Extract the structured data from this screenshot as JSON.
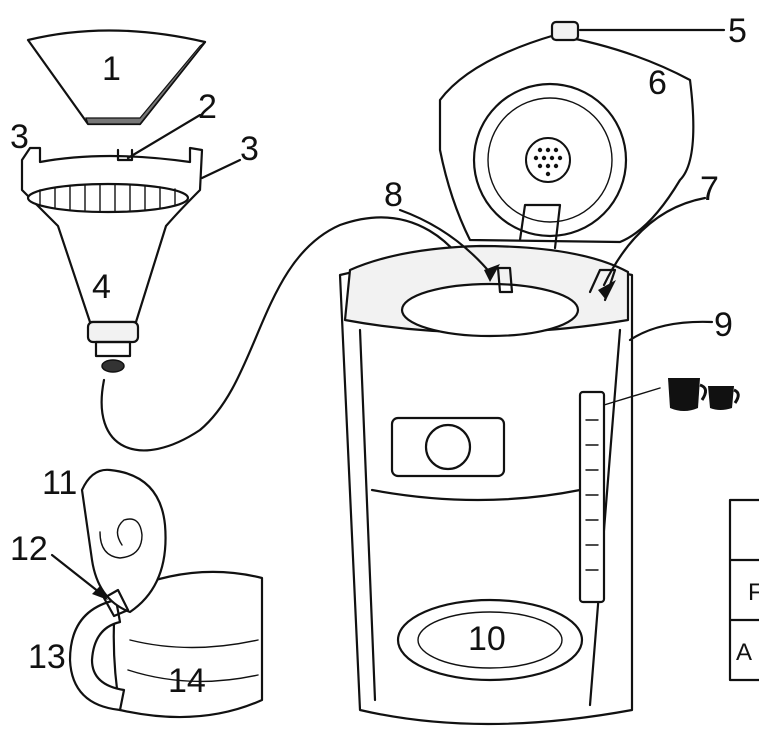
{
  "figure": {
    "callouts": [
      {
        "id": "1",
        "text": "1"
      },
      {
        "id": "2",
        "text": "2"
      },
      {
        "id": "3a",
        "text": "3"
      },
      {
        "id": "3b",
        "text": "3"
      },
      {
        "id": "4",
        "text": "4"
      },
      {
        "id": "5",
        "text": "5"
      },
      {
        "id": "6",
        "text": "6"
      },
      {
        "id": "7",
        "text": "7"
      },
      {
        "id": "8",
        "text": "8"
      },
      {
        "id": "9",
        "text": "9"
      },
      {
        "id": "10",
        "text": "10"
      },
      {
        "id": "11",
        "text": "11"
      },
      {
        "id": "12",
        "text": "12"
      },
      {
        "id": "13",
        "text": "13"
      },
      {
        "id": "14",
        "text": "14"
      }
    ],
    "edge_table": {
      "rows": [
        "",
        "F",
        "A"
      ]
    },
    "colors": {
      "ink": "#111111",
      "background": "#ffffff",
      "light_fill": "#f2f2f2"
    }
  }
}
